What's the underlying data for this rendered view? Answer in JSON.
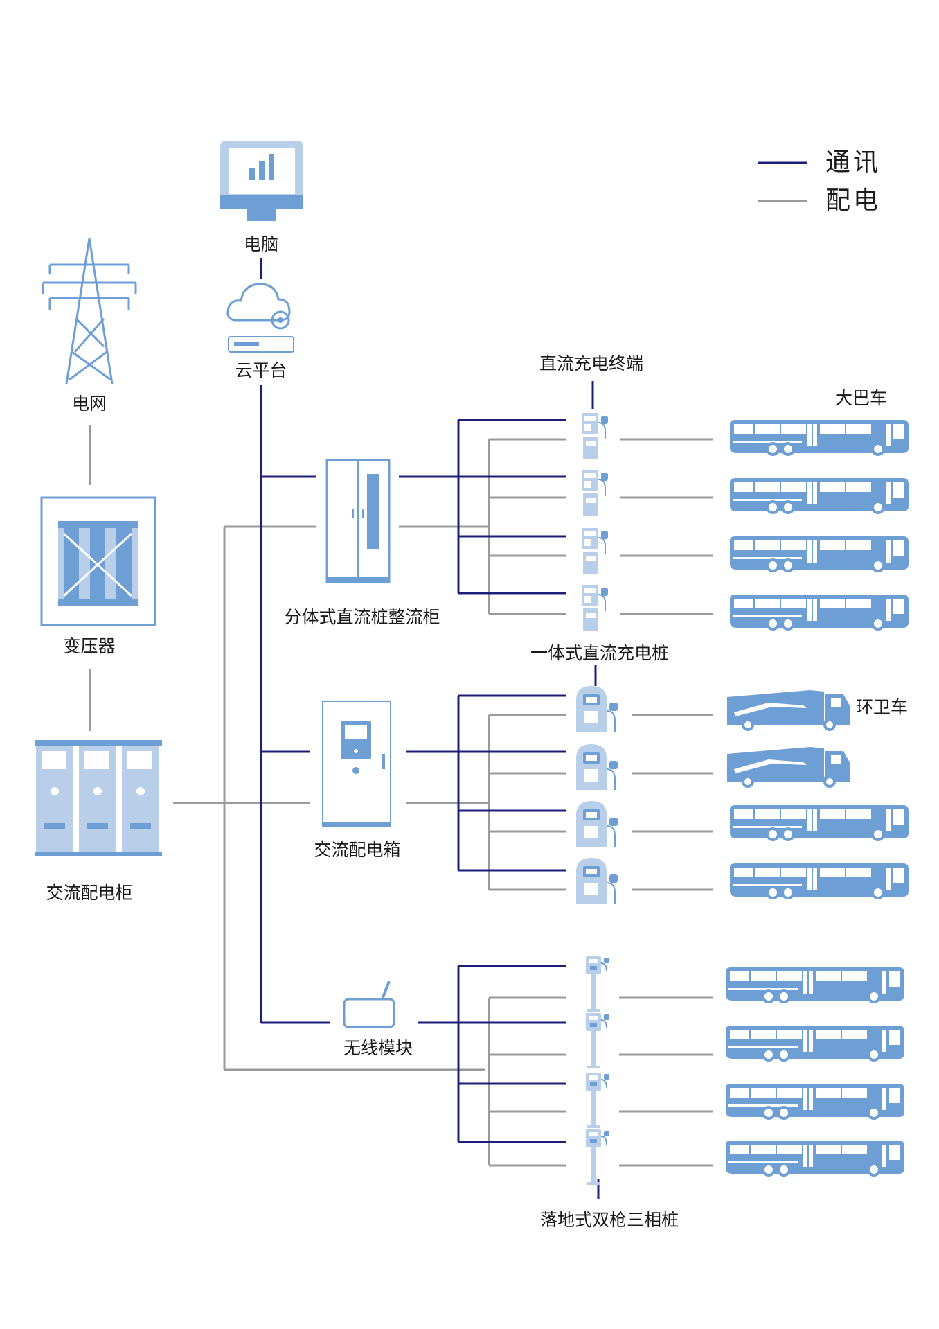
{
  "legend": {
    "comm_label": "通讯",
    "power_label": "配电",
    "comm_color": "#1b1f7a",
    "power_color": "#9a9a9a"
  },
  "labels": {
    "computer": "电脑",
    "cloud": "云平台",
    "grid": "电网",
    "transformer": "变压器",
    "ac_cabinet": "交流配电柜",
    "rectifier": "分体式直流桩整流柜",
    "dc_terminal": "直流充电终端",
    "integrated_dc": "一体式直流充电桩",
    "ac_box": "交流配电箱",
    "wireless": "无线模块",
    "floor_pile": "落地式双枪三相桩",
    "bus": "大巴车",
    "sanitation": "环卫车"
  },
  "icon_color": "#6e9fd4",
  "icons": [
    "computer-icon",
    "cloud-server-icon",
    "transmission-tower-icon",
    "transformer-icon",
    "switchgear-icon",
    "rectifier-cabinet-icon",
    "ac-distribution-box-icon",
    "wireless-module-icon",
    "dc-terminal-icon",
    "integrated-dc-charger-icon",
    "floor-charger-icon",
    "bus-icon",
    "sanitation-truck-icon"
  ]
}
